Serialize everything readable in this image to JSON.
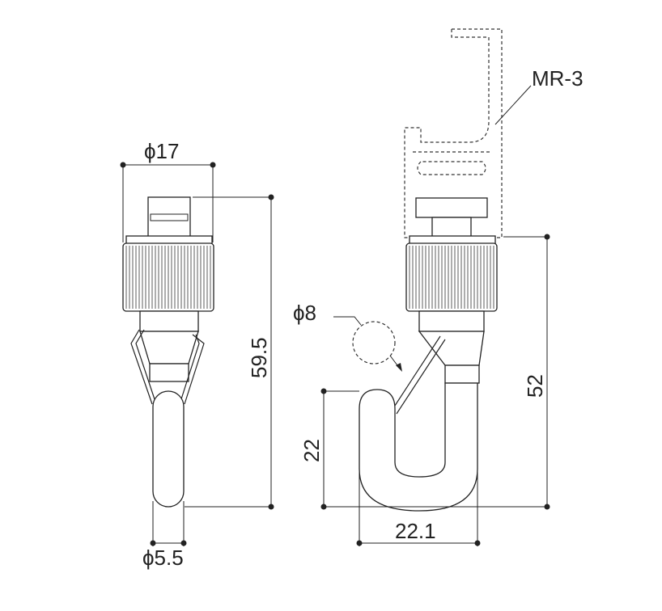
{
  "labels": {
    "rail": "MR-3",
    "phi_top": "ϕ17",
    "phi_wire": "ϕ8",
    "phi_bottom": "ϕ5.5",
    "height_left": "59.5",
    "height_right": "52",
    "hook_depth": "22",
    "hook_width": "22.1"
  },
  "colors": {
    "line": "#222222",
    "background": "#ffffff"
  }
}
